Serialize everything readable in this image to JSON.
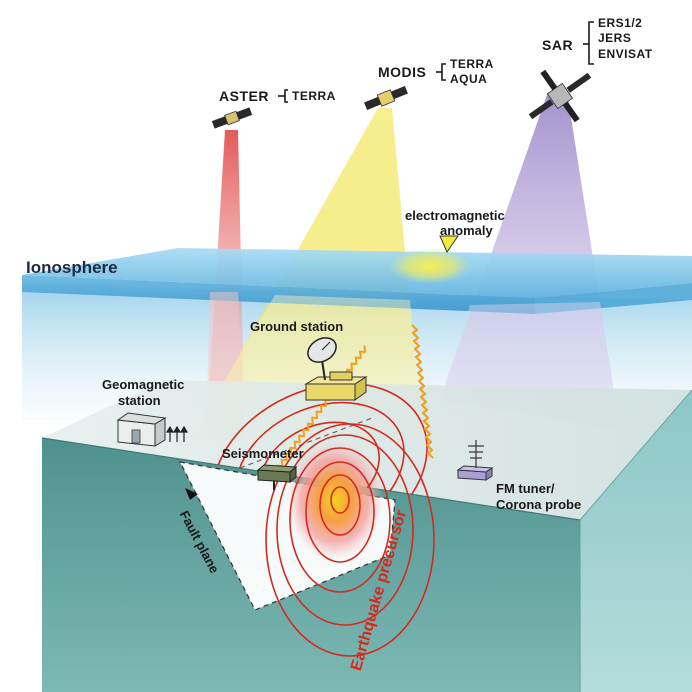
{
  "satellites": {
    "aster": {
      "name": "ASTER",
      "missions": [
        "TERRA"
      ]
    },
    "modis": {
      "name": "MODIS",
      "missions": [
        "TERRA",
        "AQUA"
      ]
    },
    "sar": {
      "name": "SAR",
      "missions": [
        "ERS1/2",
        "JERS",
        "ENVISAT"
      ]
    }
  },
  "layers": {
    "ionosphere": "Ionosphere"
  },
  "annotations": {
    "em_anomaly_line1": "electromagnetic",
    "em_anomaly_line2": "anomaly"
  },
  "ground": {
    "ground_station": "Ground station",
    "geomagnetic_line1": "Geomagnetic",
    "geomagnetic_line2": "station",
    "seismometer": "Seismometer",
    "fm_line1": "FM tuner/",
    "fm_line2": "Corona probe",
    "fault_plane": "Fault plane",
    "earthquake_precursor": "Earthquake precursor"
  },
  "colors": {
    "aster_beam": "#e04848",
    "modis_beam": "#f2e24a",
    "sar_beam": "#9a84c8",
    "ionosphere": "#7cc4e8",
    "crust": "#5a9a96",
    "ground_surface": "#dde8e6",
    "precursor_lines": "#d42a1e",
    "em_wave": "#f0a020"
  }
}
